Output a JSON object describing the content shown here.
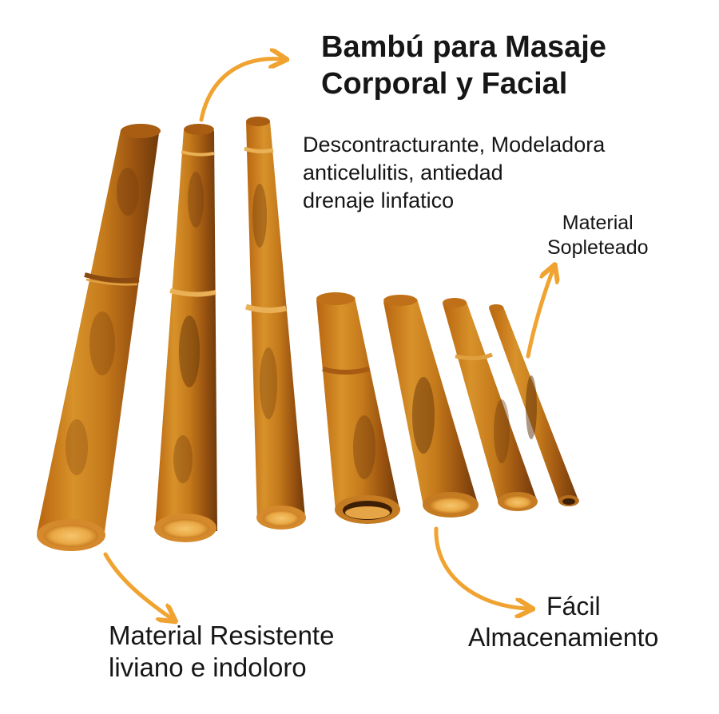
{
  "title": {
    "line1": "Bambú para Masaje",
    "line2": "Corporal y Facial"
  },
  "benefits": {
    "line1": "Descontracturante, Modeladora",
    "line2": "anticelulitis, antiedad",
    "line3": "drenaje linfatico"
  },
  "torch_note": {
    "line1": "Material",
    "line2": "Sopleteado"
  },
  "resist_note": {
    "line1": "Material Resistente",
    "line2": "liviano e indoloro"
  },
  "storage_note": {
    "line1": "Fácil",
    "line2": "Almacenamiento"
  },
  "colors": {
    "arrow": "#f0a330",
    "bamboo_light": "#d9952c",
    "bamboo_dark": "#6e3a0c",
    "bamboo_inner": "#efb358",
    "text": "#161616",
    "background": "#ffffff"
  }
}
